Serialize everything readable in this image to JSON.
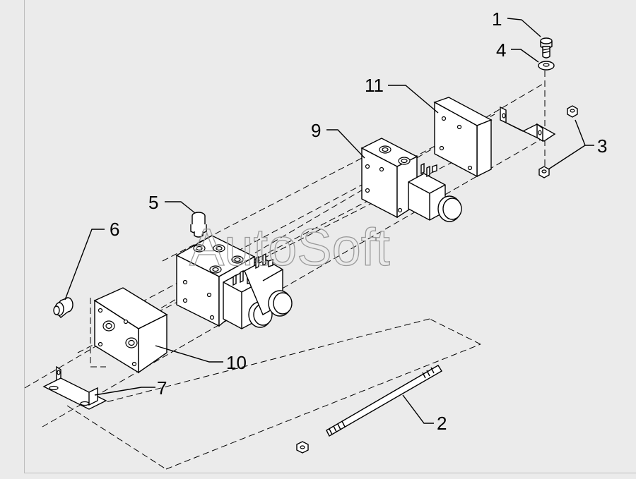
{
  "watermark": "AutoSoft",
  "callouts": {
    "c1": "1",
    "c2": "2",
    "c3": "3",
    "c4": "4",
    "c5": "5",
    "c6": "6",
    "c7": "7",
    "c9": "9",
    "c10": "10",
    "c11": "11"
  },
  "colors": {
    "background": "#ebebeb",
    "line": "#000000",
    "watermark": "#9a9a9a"
  }
}
